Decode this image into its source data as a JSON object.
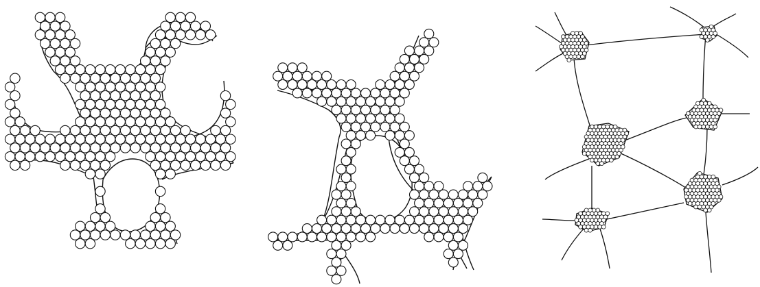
{
  "figure": {
    "panels": [
      {
        "id": "panel-1",
        "description": ""
      },
      {
        "id": "panel-2",
        "description": ""
      },
      {
        "id": "panel-3",
        "description": ""
      }
    ],
    "colors": {
      "stroke": "#111111",
      "background": "#ffffff",
      "fill": "#ffffff"
    }
  }
}
